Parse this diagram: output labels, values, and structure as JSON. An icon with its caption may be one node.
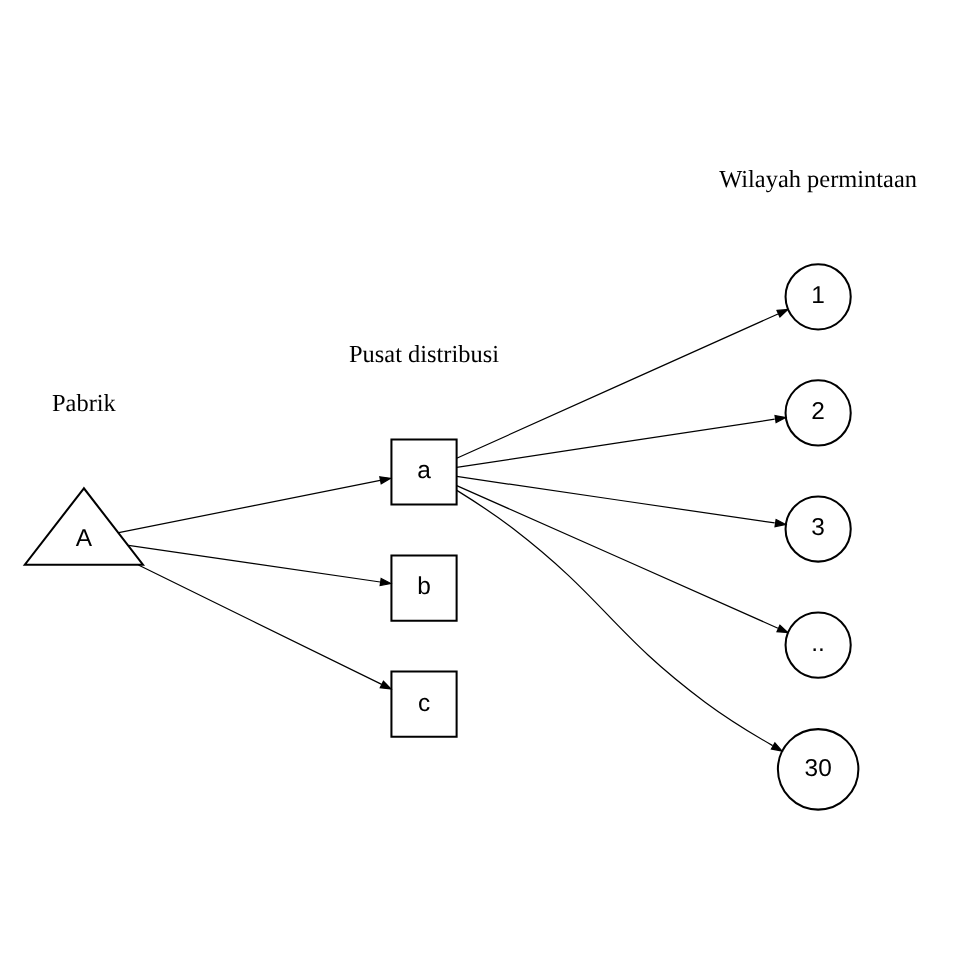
{
  "diagram": {
    "nodes": [
      {
        "text": [
          "A"
        ]
      },
      {
        "text": [
          "a"
        ]
      },
      {
        "text": [
          "b"
        ]
      },
      {
        "text": [
          "c"
        ]
      },
      {
        "text": [
          "1"
        ]
      },
      {
        "text": [
          "2"
        ]
      },
      {
        "text": [
          "3"
        ]
      },
      {
        "text": [
          ".."
        ]
      },
      {
        "text": [
          "30"
        ]
      }
    ],
    "edges": [
      {
        "from": 0,
        "to": 1,
        "arrow": "to"
      },
      {
        "from": 0,
        "to": 2,
        "arrow": "to"
      },
      {
        "from": 0,
        "to": 3,
        "arrow": "to"
      },
      {
        "from": 1,
        "to": 4,
        "arrow": "to"
      },
      {
        "from": 1,
        "to": 5,
        "arrow": "to"
      },
      {
        "from": 1,
        "to": 6,
        "arrow": "to"
      },
      {
        "from": 1,
        "to": 7,
        "arrow": "to"
      },
      {
        "from": 1,
        "to": 8,
        "arrow": "to"
      }
    ],
    "labels": [
      "Pabrik",
      "Pusat distribusi",
      "Wilayah permintaan"
    ]
  }
}
